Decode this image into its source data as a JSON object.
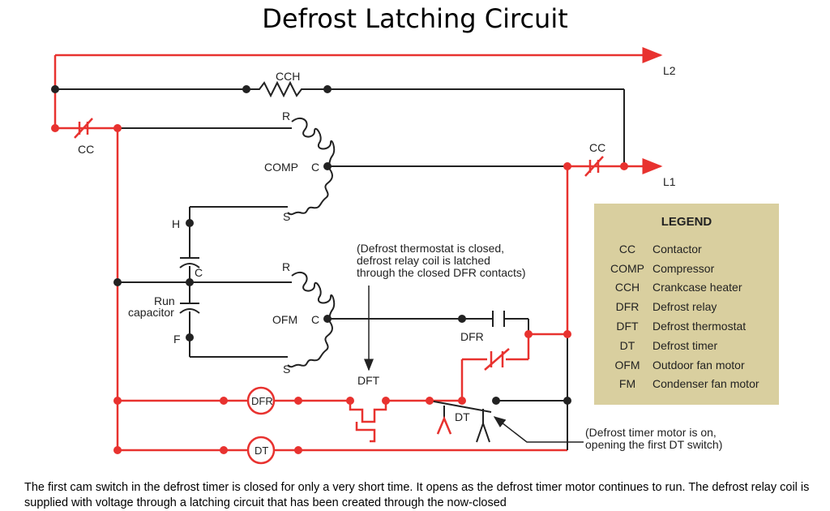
{
  "title": "Defrost Latching Circuit",
  "colors": {
    "energized": "#e8322f",
    "wire": "#222222",
    "legend_bg": "#d9cf9f"
  },
  "diagram": {
    "line_labels": {
      "l2": "L2",
      "l1": "L1"
    },
    "component_labels": {
      "cch": "CCH",
      "cc_left": "CC",
      "cc_right": "CC",
      "comp": "COMP",
      "comp_r": "R",
      "comp_c": "C",
      "comp_s": "S",
      "cap_h": "H",
      "cap_c": "C",
      "cap_f": "F",
      "run_cap_1": "Run",
      "run_cap_2": "capacitor",
      "ofm": "OFM",
      "ofm_r": "R",
      "ofm_c": "C",
      "ofm_s": "S",
      "dfr_contact": "DFR",
      "dft": "DFT",
      "dt_switch": "DT",
      "dfr_coil": "DFR",
      "dt_motor": "DT"
    },
    "annotations": {
      "dft_note": [
        "(Defrost thermostat is closed,",
        "defrost relay coil is latched",
        "through the closed DFR contacts)"
      ],
      "dt_note": [
        "(Defrost timer motor is on,",
        "opening the first DT switch)"
      ]
    }
  },
  "legend": {
    "title": "LEGEND",
    "items": [
      {
        "abbr": "CC",
        "desc": "Contactor"
      },
      {
        "abbr": "COMP",
        "desc": "Compressor"
      },
      {
        "abbr": "CCH",
        "desc": "Crankcase heater"
      },
      {
        "abbr": "DFR",
        "desc": "Defrost relay"
      },
      {
        "abbr": "DFT",
        "desc": "Defrost thermostat"
      },
      {
        "abbr": "DT",
        "desc": "Defrost timer"
      },
      {
        "abbr": "OFM",
        "desc": "Outdoor fan motor"
      },
      {
        "abbr": "FM",
        "desc": "Condenser fan motor"
      }
    ]
  },
  "caption": "The first cam switch in the defrost timer is closed for only a very short time. It opens as the defrost timer motor continues to run. The defrost relay coil is supplied with voltage through a latching circuit that has been created through the now-closed"
}
